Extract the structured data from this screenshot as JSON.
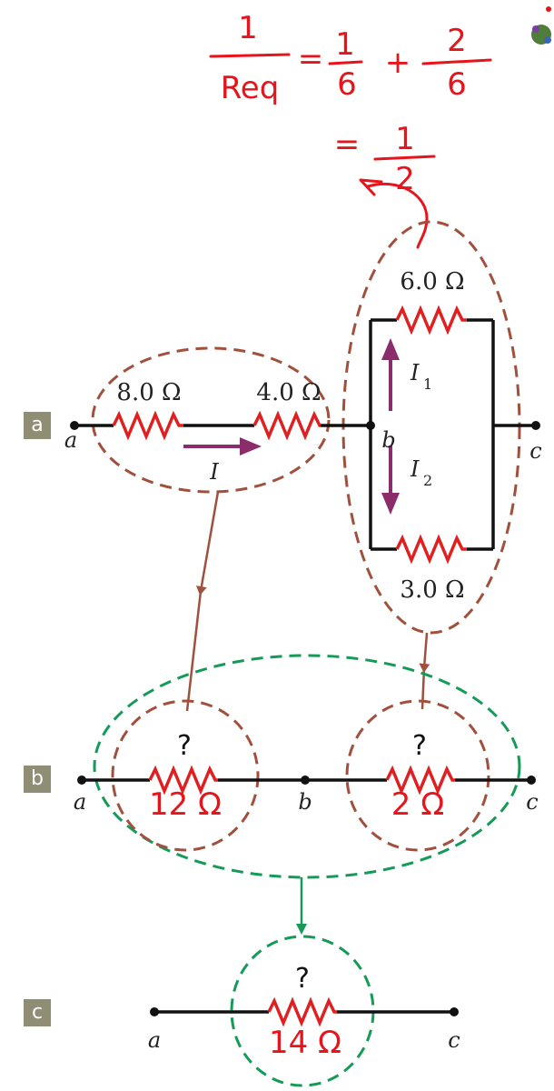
{
  "colors": {
    "wire": "#111111",
    "resistor": "#e02020",
    "current_arrow": "#8b2c6b",
    "brown_dash": "#a0503c",
    "green_dash": "#159a58",
    "badge": "#8f8d74",
    "ink": "#e8141b"
  },
  "panels": {
    "a": {
      "badge": "a",
      "resistors": {
        "r1": "8.0 Ω",
        "r2": "4.0 Ω",
        "r3": "6.0 Ω",
        "r4": "3.0 Ω"
      },
      "nodes": {
        "a": "a",
        "b": "b",
        "c": "c"
      },
      "currents": {
        "i": "I",
        "i1": "I",
        "i1_sub": "1",
        "i2": "I",
        "i2_sub": "2"
      }
    },
    "b": {
      "badge": "b",
      "unknown_left": "?",
      "unknown_right": "?",
      "nodes": {
        "a": "a",
        "b": "b",
        "c": "c"
      }
    },
    "c": {
      "badge": "c",
      "unknown": "?",
      "nodes": {
        "a": "a",
        "c": "c"
      }
    }
  },
  "annotations": {
    "eq_num": "1",
    "eq_den": "Req",
    "eq_equals": "=",
    "eq_t1_num": "1",
    "eq_t1_den": "6",
    "eq_plus": "+",
    "eq_t2_num": "2",
    "eq_t2_den": "6",
    "eq2_equals": "=",
    "eq2_num": "1",
    "eq2_den": "2",
    "left_value": "12 Ω",
    "right_value": "2 Ω",
    "total_value": "14 Ω"
  }
}
